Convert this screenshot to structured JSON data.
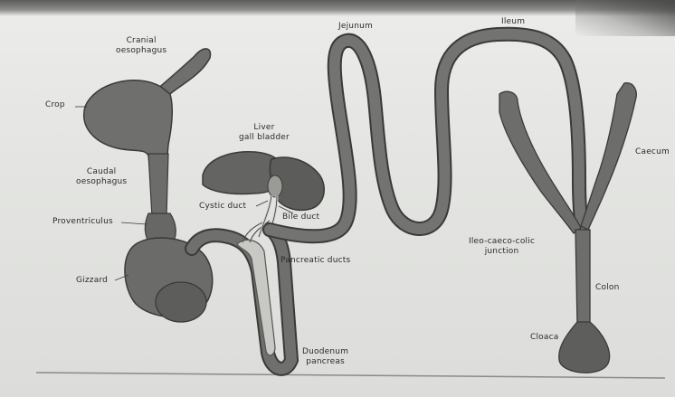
{
  "labels": {
    "cranial_oesophagus": [
      "Cranial",
      "oesophagus"
    ],
    "crop": "Crop",
    "caudal_oesophagus": [
      "Caudal",
      "oesophagus"
    ],
    "proventriculus": "Proventriculus",
    "gizzard": "Gizzard",
    "liver_gall_bladder": [
      "Liver",
      "gall bladder"
    ],
    "cystic_duct": "Cystic duct",
    "bile_duct": "Bile duct",
    "pancreatic_ducts": "Pancreatic ducts",
    "duodenum_pancreas": [
      "Duodenum",
      "pancreas"
    ],
    "jejunum": "Jejunum",
    "ileum": "Ileum",
    "caecum": "Caecum",
    "ileo_caeco_colic": [
      "Ileo-caeco-colic",
      "junction"
    ],
    "colon": "Colon",
    "cloaca": "Cloaca"
  },
  "colors": {
    "organ_fill": "#6f706d",
    "organ_dark": "#5a5b58",
    "organ_outline": "#3a3a38",
    "tube_highlight": "#bfc0bc"
  }
}
